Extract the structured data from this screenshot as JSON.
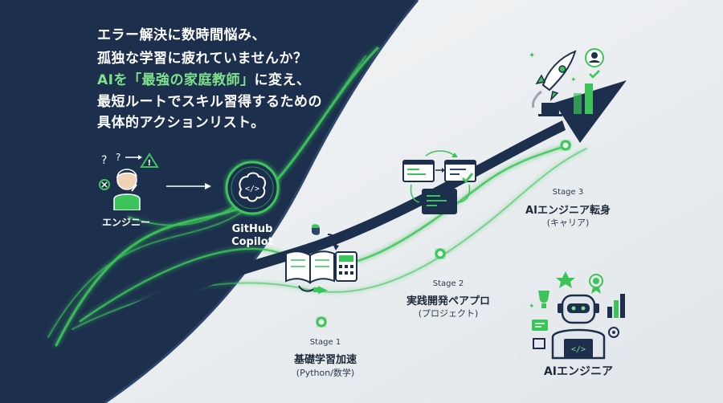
{
  "headline": {
    "line1": "エラー解決に数時間悩み、",
    "line2": "孤独な学習に疲れていませんか？",
    "line3_prefix": "AIを",
    "line3_accent": "「最強の家庭教師」",
    "line3_suffix": "に変え、",
    "line4": "最短ルートでスキル習得するための",
    "line5": "具体的アクションリスト。"
  },
  "engineer": {
    "label": "エンジニー"
  },
  "copilot": {
    "line1": "GitHub",
    "line2": "Copilot",
    "icon": "brain-code-icon"
  },
  "stages": [
    {
      "stage": "Stage 1",
      "title": "基礎学習加速",
      "sub": "(Python/数学)"
    },
    {
      "stage": "Stage 2",
      "title": "実践開発ペアプロ",
      "sub": "(プロジェクト)"
    },
    {
      "stage": "Stage 3",
      "title": "AIエンジニア転身",
      "sub": "(キャリア)"
    }
  ],
  "ai_engineer": {
    "label": "AIエンジニア"
  },
  "colors": {
    "navy": "#1c2f4d",
    "green": "#3cc45a",
    "accent": "#7ee08a",
    "light": "#eef1f3"
  }
}
